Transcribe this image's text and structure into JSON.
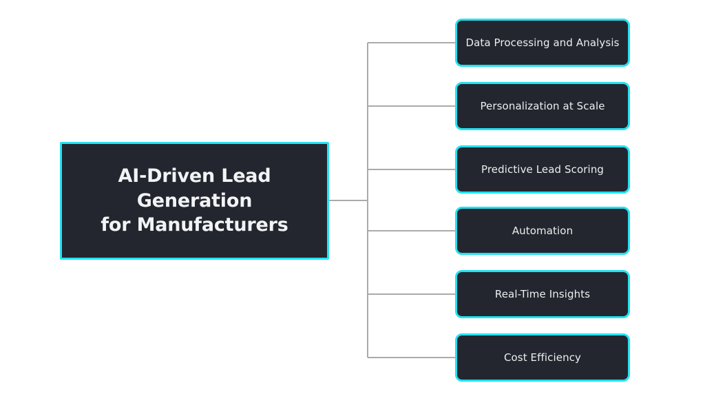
{
  "diagram": {
    "type": "horizontal-tree",
    "orientation": "left-root-right-branches",
    "background_color": "#FFFFFF",
    "node_fill_color": "#24262F",
    "node_border_color": "#22E2F2",
    "node_text_color": "#EDEEF0",
    "connector_color": "#AAAAAA",
    "root": {
      "label": "AI-Driven Lead Generation\nfor Manufacturers",
      "line_1": "AI-Driven Lead Generation",
      "line_2": "for Manufacturers"
    },
    "branches": [
      {
        "label": "Data Processing and Analysis"
      },
      {
        "label": "Personalization at Scale"
      },
      {
        "label": "Predictive Lead Scoring"
      },
      {
        "label": "Automation"
      },
      {
        "label": "Real-Time Insights"
      },
      {
        "label": "Cost Efficiency"
      }
    ]
  }
}
